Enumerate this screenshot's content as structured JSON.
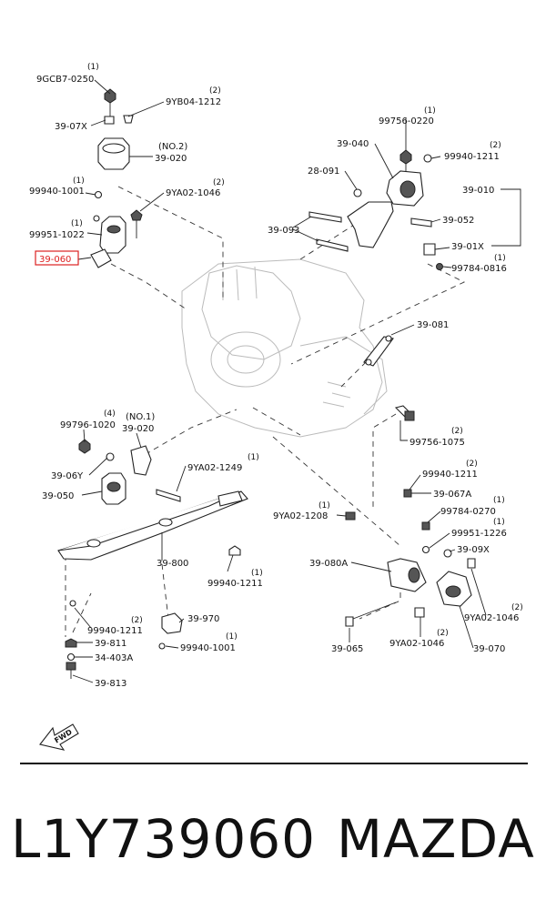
{
  "labels": {
    "p9gcb7": {
      "code": "9GCB7-0250",
      "qty": "(1)"
    },
    "p9yb04": {
      "code": "9YB04-1212",
      "qty": "(2)"
    },
    "p3907x": {
      "code": "39-07X"
    },
    "pno2": {
      "code": "(NO.2)"
    },
    "p39020a": {
      "code": "39-020"
    },
    "p99940_1001a": {
      "code": "99940-1001",
      "qty": "(1)"
    },
    "p9ya02_1046a": {
      "code": "9YA02-1046",
      "qty": "(2)"
    },
    "p99951_1022": {
      "code": "99951-1022",
      "qty": "(1)"
    },
    "p39060": {
      "code": "39-060"
    },
    "p99756_0220": {
      "code": "99756-0220",
      "qty": "(1)"
    },
    "p39040": {
      "code": "39-040"
    },
    "p99940_1211a": {
      "code": "99940-1211",
      "qty": "(2)"
    },
    "p28091": {
      "code": "28-091"
    },
    "p39010": {
      "code": "39-010"
    },
    "p39052": {
      "code": "39-052"
    },
    "p39093": {
      "code": "39-093"
    },
    "p3901x": {
      "code": "39-01X"
    },
    "p99784_0816": {
      "code": "99784-0816",
      "qty": "(1)"
    },
    "p39081": {
      "code": "39-081"
    },
    "p99756_1075": {
      "code": "99756-1075",
      "qty": "(2)"
    },
    "p99796_1020": {
      "code": "99796-1020",
      "qty": "(4)"
    },
    "pno1": {
      "code": "(NO.1)"
    },
    "p39020b": {
      "code": "39-020"
    },
    "p3906y": {
      "code": "39-06Y"
    },
    "p9ya02_1249": {
      "code": "9YA02-1249",
      "qty": "(1)"
    },
    "p39050": {
      "code": "39-050"
    },
    "p99940_1211b": {
      "code": "99940-1211",
      "qty": "(2)"
    },
    "p39067a": {
      "code": "39-067A"
    },
    "p99784_0270": {
      "code": "99784-0270",
      "qty": "(1)"
    },
    "p9ya02_1208": {
      "code": "9YA02-1208",
      "qty": "(1)"
    },
    "p99951_1226": {
      "code": "99951-1226",
      "qty": "(1)"
    },
    "p3909x": {
      "code": "39-09X"
    },
    "p39800": {
      "code": "39-800"
    },
    "p99940_1211c": {
      "code": "99940-1211",
      "qty": "(1)"
    },
    "p39080a": {
      "code": "39-080A"
    },
    "p9ya02_1046b": {
      "code": "9YA02-1046",
      "qty": "(2)"
    },
    "p99940_1211d": {
      "code": "99940-1211",
      "qty": "(2)"
    },
    "p39970": {
      "code": "39-970"
    },
    "p39811": {
      "code": "39-811"
    },
    "p99940_1001b": {
      "code": "99940-1001",
      "qty": "(1)"
    },
    "p34403a": {
      "code": "34-403A"
    },
    "p39065": {
      "code": "39-065"
    },
    "p9ya02_1046c": {
      "code": "9YA02-1046",
      "qty": "(2)"
    },
    "p39070": {
      "code": "39-070"
    },
    "p39813": {
      "code": "39-813"
    }
  },
  "fwd_label": "FWD",
  "highlight_color": "#dd2222",
  "caption": {
    "part_number": "L1Y739060",
    "brand": "MAZDA"
  }
}
